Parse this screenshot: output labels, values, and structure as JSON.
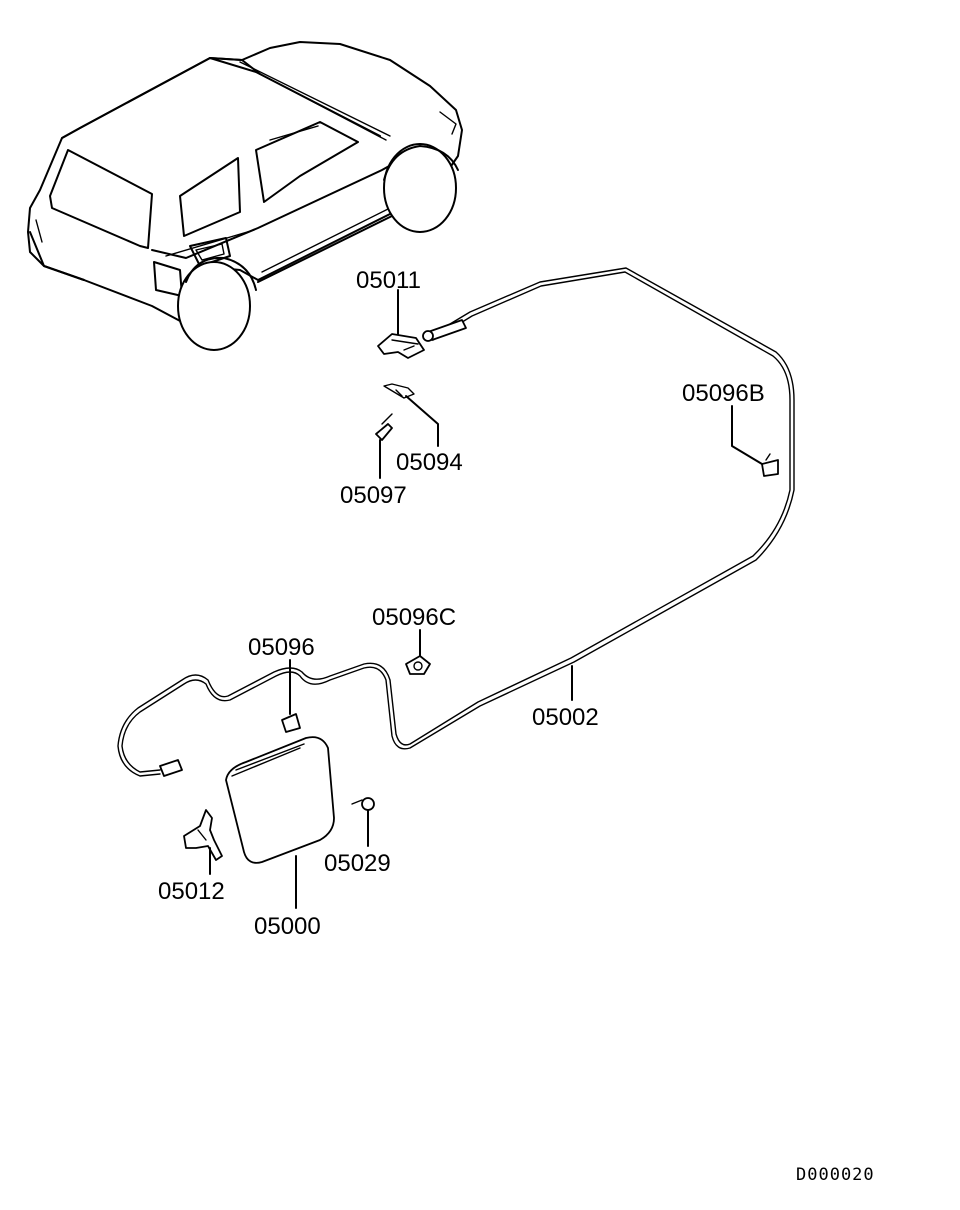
{
  "labels": {
    "p05011": "05011",
    "p05094": "05094",
    "p05097": "05097",
    "p05096B": "05096B",
    "p05096C": "05096C",
    "p05096": "05096",
    "p05002": "05002",
    "p05029": "05029",
    "p05012": "05012",
    "p05000": "05000"
  },
  "drawing_code": "D000020"
}
